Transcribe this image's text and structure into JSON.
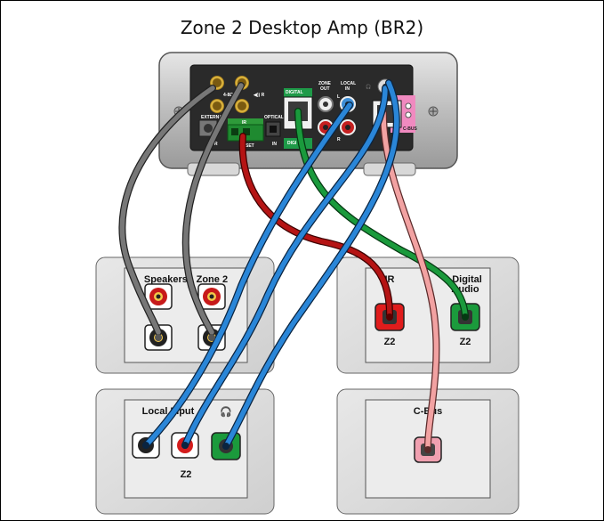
{
  "title": "Zone 2 Desktop Amp (BR2)",
  "amp_labels": {
    "external": "EXTERNAL",
    "ir": "IR",
    "optical": "OPTICAL",
    "digital_audio_in": "DIGITAL AUDIO IN",
    "zone_out": "ZONE OUT",
    "local_in": "LOCAL IN",
    "digi_audio": "DIGI AUDIO",
    "l": "L",
    "r": "R",
    "in": "IN",
    "cbus": "C-BUS"
  },
  "panels": {
    "speakers": {
      "label": "Speakers - Zone 2"
    },
    "ir_digital": {
      "ir_label": "IR",
      "digital_label": "Digital Audio",
      "z2_ir": "Z2",
      "z2_digital": "Z2"
    },
    "local_input": {
      "label": "Local Input",
      "z2": "Z2",
      "headphone_icon": "headphone-icon"
    },
    "cbus": {
      "label": "C-Bus"
    }
  },
  "colors": {
    "speaker_cable": "#666666",
    "ir_cable": "#b01010",
    "local_cable": "#1f7fd0",
    "digital_cable": "#17933a",
    "cbus_cable": "#f0a0a0",
    "amp_body": "#c8c8c8",
    "wall_plate": "#d9d9d9"
  }
}
